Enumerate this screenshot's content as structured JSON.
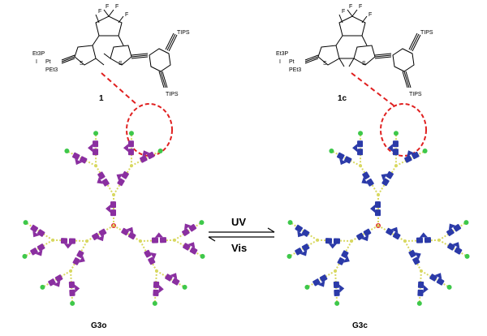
{
  "left": {
    "compound_label": "1",
    "dendrimer_label": "G3o",
    "substituents": {
      "phosphine_top": "Et3P",
      "iodo": "I",
      "platinum": "Pt",
      "phosphine_bottom": "PEt3",
      "sulfur_left": "S",
      "sulfur_right": "S",
      "tips_top": "TIPS",
      "tips_bottom": "TIPS",
      "fluorine": "F"
    },
    "color": "#8a2fa0"
  },
  "right": {
    "compound_label": "1c",
    "dendrimer_label": "G3c",
    "substituents": {
      "phosphine_top": "Et3P",
      "iodo": "I",
      "platinum": "Pt",
      "phosphine_bottom": "PEt3",
      "sulfur_left": "S",
      "sulfur_right": "S",
      "tips_top": "TIPS",
      "tips_bottom": "TIPS",
      "fluorine": "F"
    },
    "color": "#2b3aa8"
  },
  "switch": {
    "forward": "UV",
    "reverse": "Vis"
  },
  "highlight_color": "#e02020",
  "connector_color": "#d8d860",
  "terminal_color": "#3ec84a"
}
